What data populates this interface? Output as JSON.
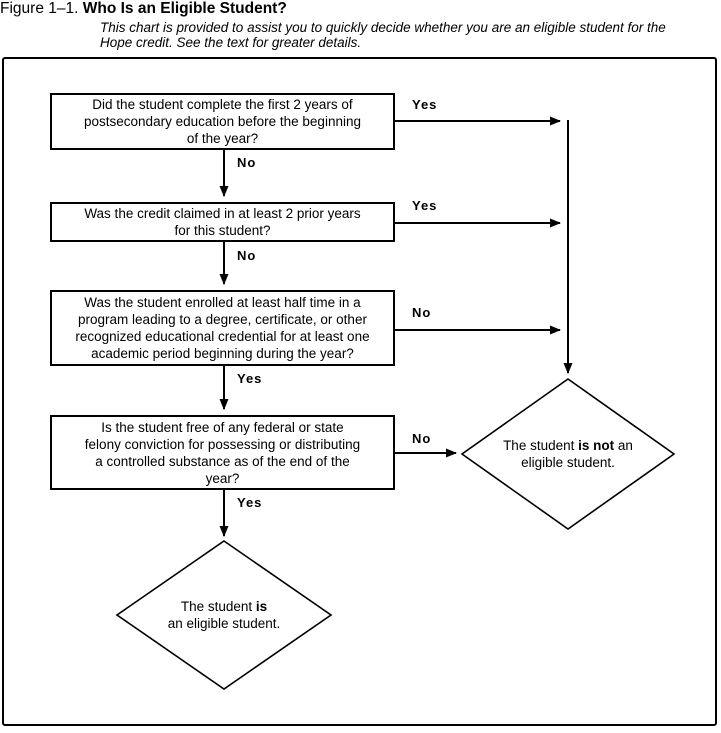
{
  "header": {
    "figure_label": "Figure 1–1.",
    "title": "Who Is an Eligible Student?",
    "subtitle": "This chart is provided to assist you to quickly decide whether you are an eligible student for the\nHope credit. See the text for greater details."
  },
  "flowchart": {
    "questions": [
      {
        "text": "Did the student complete the first 2 years of\npostsecondary education before the beginning\nof the year?",
        "right_label": "Yes",
        "down_label": "No"
      },
      {
        "text": "Was the credit claimed in at least 2 prior years\nfor this student?",
        "right_label": "Yes",
        "down_label": "No"
      },
      {
        "text": "Was the student enrolled at least half time in a\nprogram leading to a degree, certificate, or other\nrecognized educational credential for at least one\nacademic period beginning during the year?",
        "right_label": "No",
        "down_label": "Yes"
      },
      {
        "text": "Is the student free of any federal or state\nfelony conviction for possessing or distributing\na controlled substance as of the end of the\nyear?",
        "right_label": "No",
        "down_label": "Yes"
      }
    ],
    "outcomes": {
      "not_eligible": {
        "line1_prefix": "The student",
        "line1_bold": "is not",
        "line1_suffix": "an",
        "line2": "eligible student."
      },
      "eligible": {
        "line1_prefix": "The student",
        "line1_bold": "is",
        "line2": "an eligible student."
      }
    },
    "colors": {
      "ink": "#000000",
      "paper": "#ffffff"
    }
  }
}
